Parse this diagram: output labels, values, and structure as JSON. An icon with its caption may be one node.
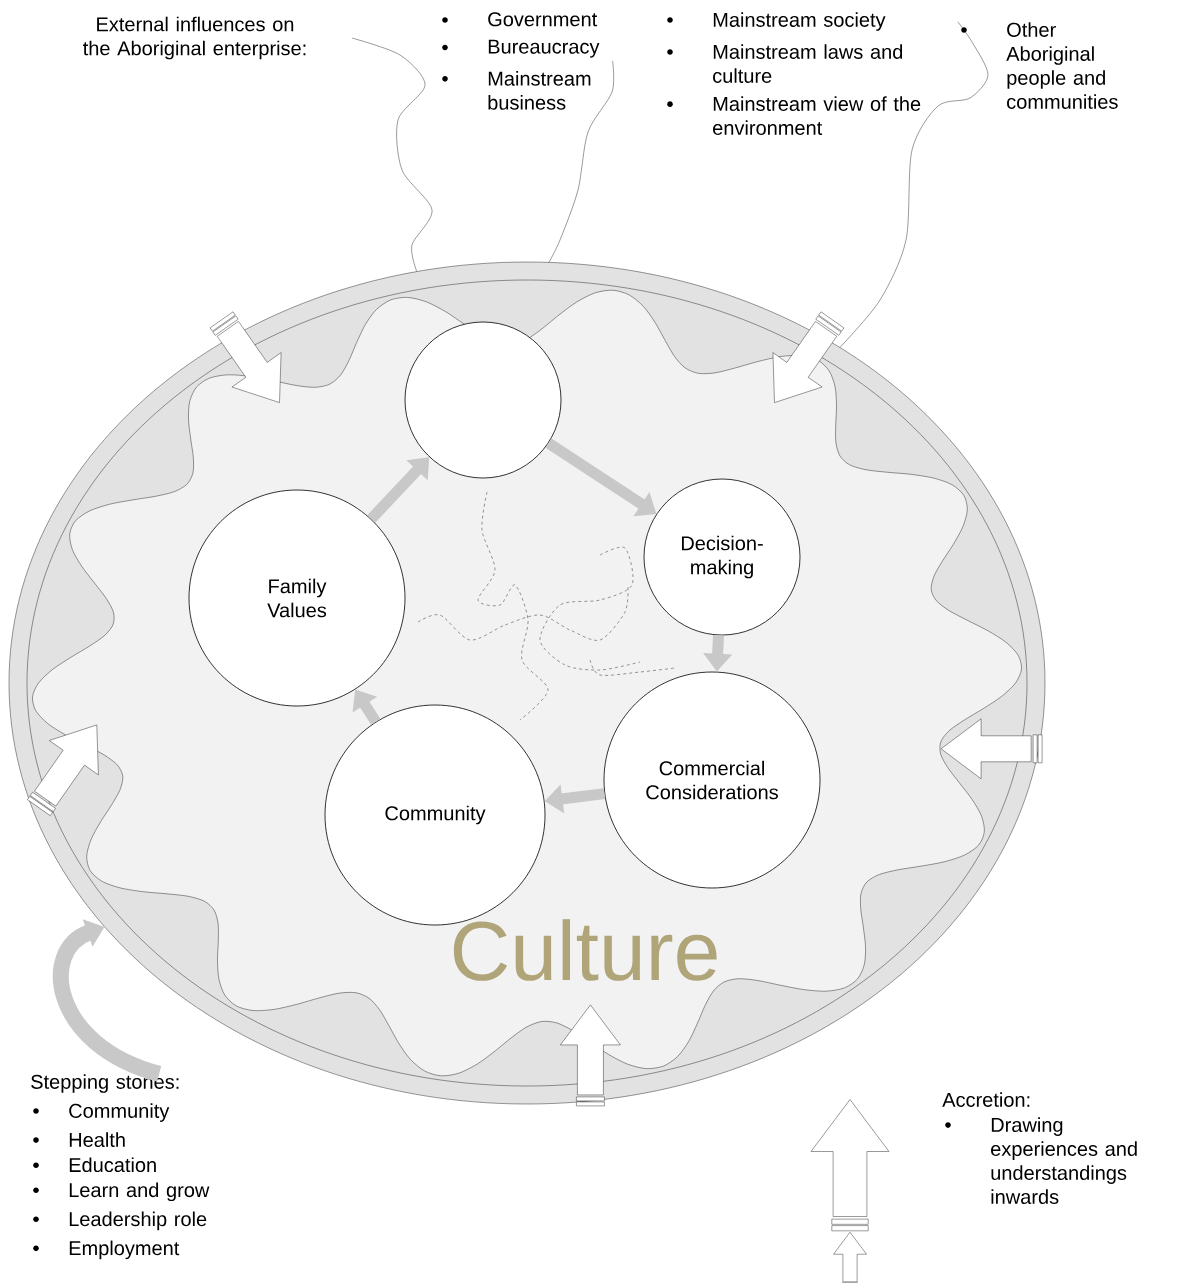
{
  "diagram": {
    "nodes": [
      {
        "text": [
          "External influences on the Aboriginal enterprise:"
        ]
      },
      {
        "text": [
          "Government",
          "Bureaucracy",
          "Mainstream business"
        ]
      },
      {
        "text": [
          "Mainstream society",
          "Mainstream laws and culture",
          "Mainstream view of the environment"
        ]
      },
      {
        "text": [
          "Other Aboriginal people and communities"
        ]
      },
      {
        "text": [
          "Culture"
        ]
      },
      {
        "text": [],
        "shape": "circle",
        "in": 4
      },
      {
        "text": [
          "Decision-making"
        ],
        "in": 4
      },
      {
        "text": [
          "Commercial Considerations"
        ],
        "in": 4
      },
      {
        "text": [
          "Community"
        ],
        "in": 4
      },
      {
        "text": [
          "Family Values"
        ],
        "in": 4
      },
      {
        "text": [
          "Stepping stones:",
          "Community",
          "Health",
          "Education",
          "Learn and grow",
          "Leadership role",
          "Employment"
        ]
      },
      {
        "text": [
          "Accretion:",
          "Drawing experiences and understandings inwards"
        ]
      }
    ],
    "edges": [
      {
        "from": 0,
        "to": 4,
        "arrow": "none",
        "color": "#000000"
      },
      {
        "from": 1,
        "to": 4,
        "arrow": "none",
        "color": "#000000"
      },
      {
        "from": 3,
        "to": 4,
        "arrow": "none",
        "color": "#000000"
      },
      {
        "from": 5,
        "to": 6,
        "arrow": "to"
      },
      {
        "from": 6,
        "to": 7,
        "arrow": "to"
      },
      {
        "from": 7,
        "to": 8,
        "arrow": "to"
      },
      {
        "from": 8,
        "to": 9,
        "arrow": "to"
      },
      {
        "from": 9,
        "to": 5,
        "arrow": "to"
      },
      {
        "from": 10,
        "to": 4,
        "arrow": "to"
      }
    ]
  }
}
